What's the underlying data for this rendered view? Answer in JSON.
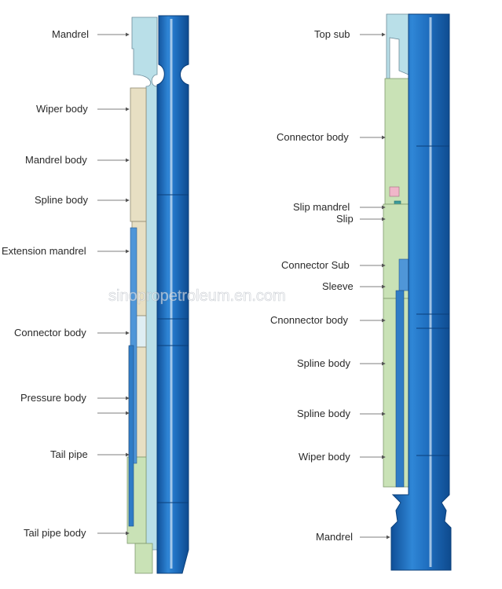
{
  "watermark": "sinopropetroleum.en.com",
  "left_tool": {
    "labels": [
      "Mandrel",
      "Wiper body",
      "Mandrel body",
      "Spline body",
      "Extension mandrel",
      "Connector body",
      "Pressure body",
      "Tail pipe",
      "Tail pipe body"
    ]
  },
  "right_tool": {
    "labels": [
      "Top sub",
      "Connector body",
      "Slip mandrel",
      "Slip",
      "Connector Sub",
      "Sleeve",
      "Cnonnector body",
      "Spline body",
      "Spline body",
      "Wiper body",
      "Mandrel"
    ]
  },
  "colors": {
    "pipe_blue": "#1f6fc0",
    "pipe_dark": "#0f4f97",
    "pipe_light": "#6aa8e2",
    "collar_cyan": "#b9dfe8",
    "tan": "#e7dfc3",
    "green": "#c9e2b6",
    "label": "#2a2a2a",
    "arrow": "#555555"
  }
}
